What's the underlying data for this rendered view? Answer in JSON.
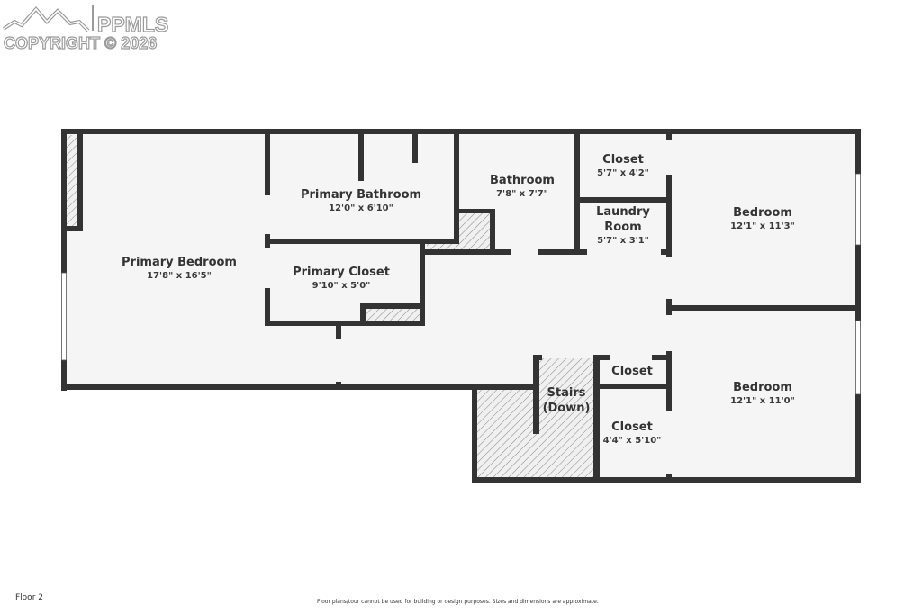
{
  "watermark": {
    "brand": "PPMLS",
    "copyright": "COPYRIGHT © 2026"
  },
  "floor": {
    "label": "Floor 2"
  },
  "rooms": {
    "primary_bedroom": {
      "name": "Primary Bedroom",
      "dim": "17'8\" x 16'5\""
    },
    "primary_bathroom": {
      "name": "Primary Bathroom",
      "dim": "12'0\" x 6'10\""
    },
    "primary_closet": {
      "name": "Primary Closet",
      "dim": "9'10\" x 5'0\""
    },
    "bathroom": {
      "name": "Bathroom",
      "dim": "7'8\" x 7'7\""
    },
    "closet_top": {
      "name": "Closet",
      "dim": "5'7\" x 4'2\""
    },
    "laundry": {
      "name_line1": "Laundry",
      "name_line2": "Room",
      "dim": "5'7\" x 3'1\""
    },
    "bedroom_top": {
      "name": "Bedroom",
      "dim": "12'1\" x 11'3\""
    },
    "bedroom_bottom": {
      "name": "Bedroom",
      "dim": "12'1\" x 11'0\""
    },
    "stairs": {
      "name_line1": "Stairs",
      "name_line2": "(Down)"
    },
    "closet_small": {
      "name": "Closet"
    },
    "closet_bottom": {
      "name": "Closet",
      "dim": "4'4\" x 5'10\""
    }
  },
  "footer": {
    "disclaimer": "Floor plans/tour cannot be used for building or design purposes. Sizes and dimensions are approximate."
  },
  "colors": {
    "wall": "#333333",
    "floor": "#f5f5f5",
    "hatch": "#888888",
    "watermark": "#9a9a9a"
  }
}
